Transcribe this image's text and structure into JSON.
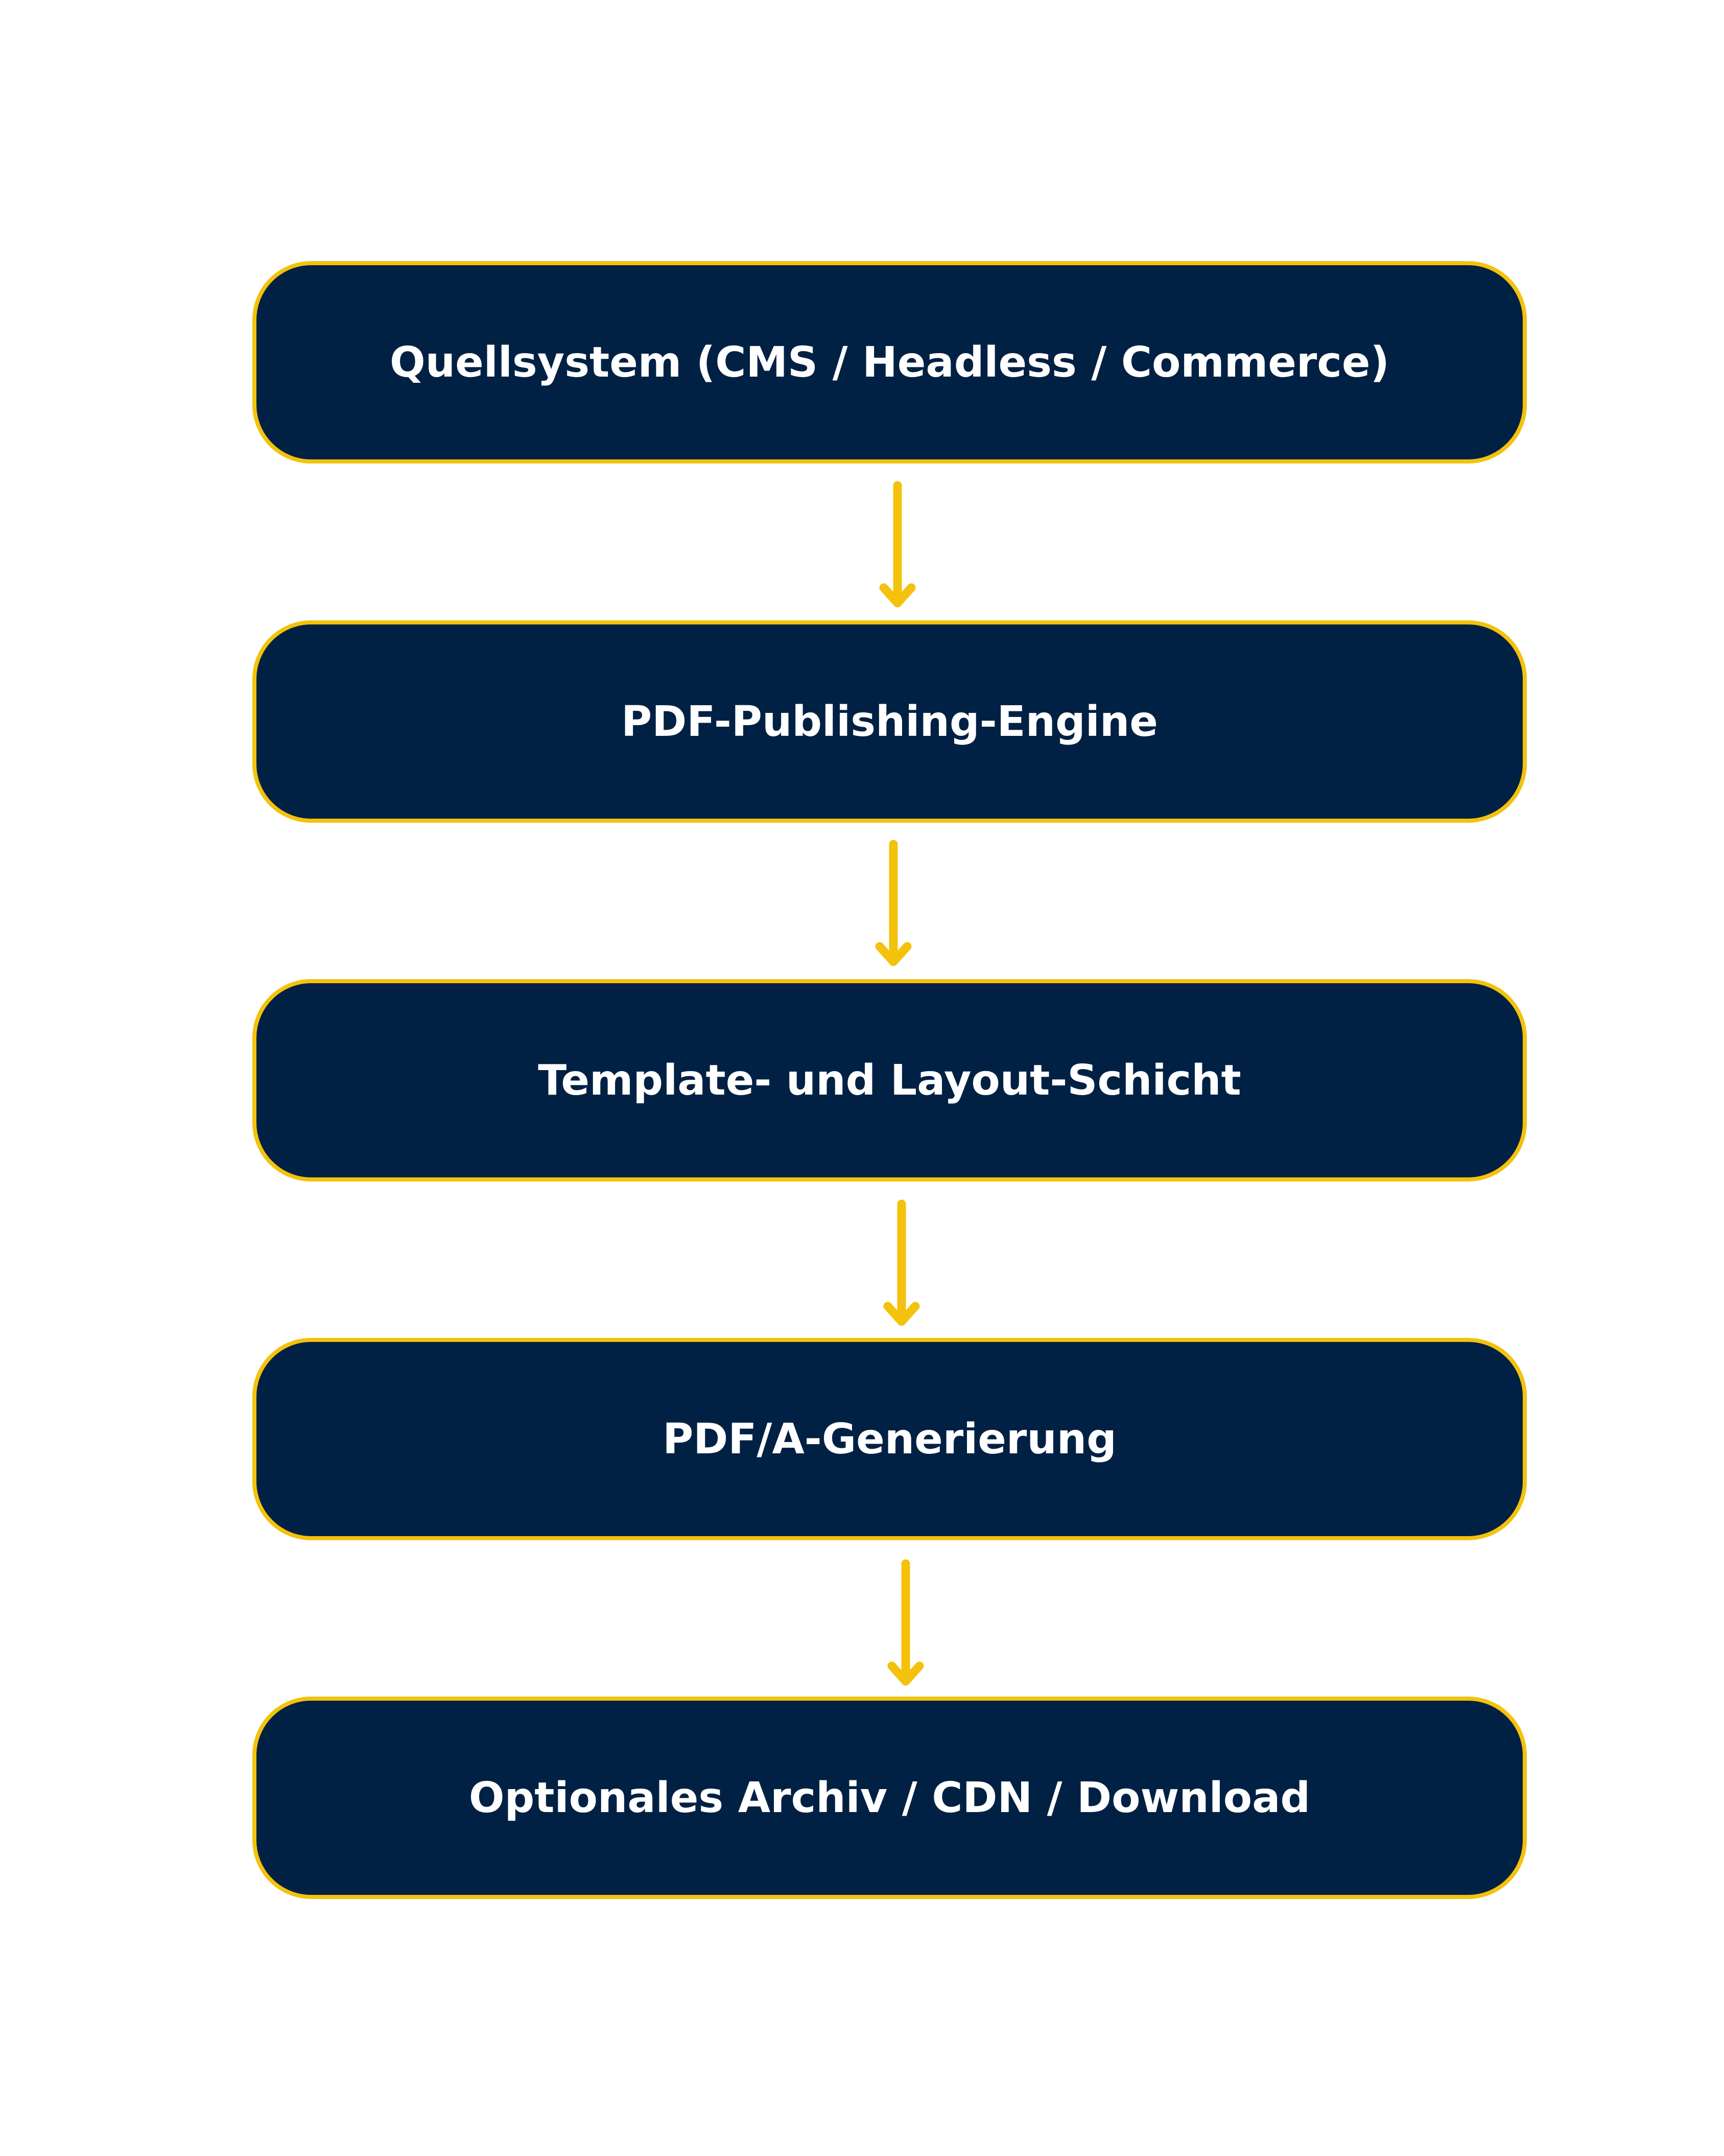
{
  "diagram": {
    "steps": [
      {
        "label": "Quellsystem (CMS / Headless / Commerce)"
      },
      {
        "label": "PDF-Publishing-Engine"
      },
      {
        "label": "Template- und Layout-Schicht"
      },
      {
        "label": "PDF/A-Generierung"
      },
      {
        "label": "Optionales Archiv / CDN / Download"
      }
    ],
    "colors": {
      "box_fill": "#012144",
      "box_border": "#f4c20d",
      "arrow": "#f4c20d",
      "text": "#ffffff",
      "background": "#ffffff"
    }
  }
}
